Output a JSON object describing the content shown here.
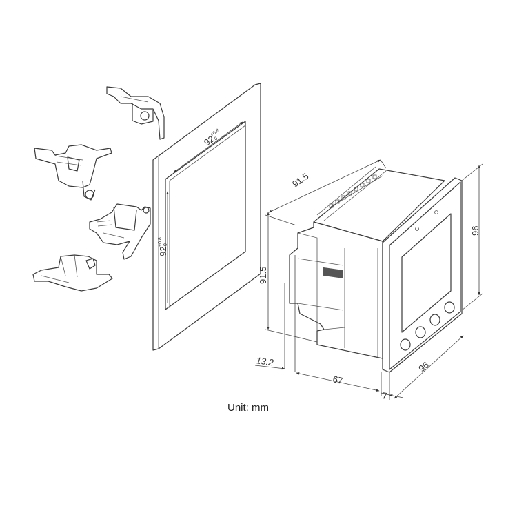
{
  "dimensions": {
    "cutout_width": {
      "value": "92",
      "tol_upper": "+0.8",
      "tol_lower": "0"
    },
    "cutout_height": {
      "value": "92",
      "tol_upper": "+0.8",
      "tol_lower": "0"
    },
    "body_depth_top": "91.5",
    "body_height_side": "91.5",
    "front_height": "96",
    "front_width": "96",
    "rear_offset": "13.2",
    "body_depth": "67",
    "bezel_depth": "7"
  },
  "unit_label": "Unit: mm"
}
